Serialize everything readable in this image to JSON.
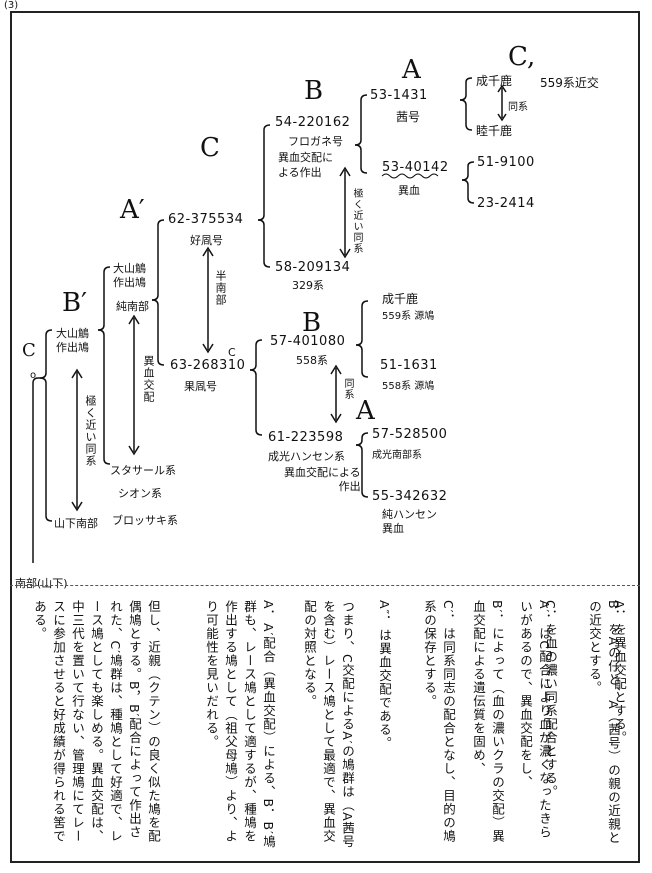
{
  "page_number": "(3)",
  "tree": {
    "root": {
      "name": "南部(山下)",
      "letter_c": "C",
      "mark_o": "o",
      "mark_top": "o"
    },
    "gen_b_prime": {
      "letter": "B′",
      "name": "大山鵤\n作出鳩",
      "vertical": "極く近い同系",
      "bottom": "山下南部"
    },
    "gen_a_prime": {
      "letter": "A′",
      "name": "大山鵤\n作出鳩",
      "sub": "純南部",
      "vertical": "異血交配",
      "bottom1": "スタサール系",
      "bottom2": "シオン系",
      "bottom3": "ブロッサキ系"
    },
    "gen_c": {
      "letter": "C",
      "top_id": "62-375534",
      "top_name": "好凮号",
      "vertical": "半南部",
      "bottom_id": "63-268310",
      "bottom_name": "果凮号",
      "small_c": "C"
    },
    "upper_b": {
      "letter": "B",
      "id": "54-220162",
      "name": "フロガネ号",
      "desc": "異血交配に\nよる作出",
      "vertical": "極く近い同系",
      "bottom_id": "58-209134",
      "bottom_name": "329系"
    },
    "upper_a": {
      "letter": "A",
      "id": "53-1431",
      "name": "茜号",
      "id2": "53-40142",
      "name2": "異血"
    },
    "far_c": {
      "letter": "C,",
      "top": "成千鹿",
      "top_mid": "同系",
      "top_bottom": "睦千鹿",
      "note": "559系近交",
      "id_a": "51-9100",
      "id_b": "23-2414"
    },
    "lower_b": {
      "letter": "B",
      "id": "57-401080",
      "name": "558系",
      "vertical": "同系",
      "top_name": "成千鹿",
      "top_sub": "559系 源鳩",
      "bottom_id": "51-1631",
      "bottom_sub": "558系 源鳩"
    },
    "lower_a": {
      "letter": "A",
      "id": "61-223598",
      "name": "成光ハンセン系",
      "desc": "異血交配による\n作出",
      "id_a": "57-528500",
      "sub_a": "成光南部系",
      "id_b": "55-342632",
      "sub_b": "純ハンセン\n異血"
    }
  },
  "notes": [
    "A．を異血交配とする。",
    "B．をAの仔と、A（茜号）の親の近親との近交とする。",
    "C．を血の濃い同系配合とする。",
    "A′．はC配合により血が濃くなったきらいがあるので、異血交配をし、",
    "B′．によって（血の濃いクラの交配）異血交配による遺伝質を固め、",
    "C′．は同系同志の配合となし、目的の鳩系の保存とする。",
    "A″．は異血交配である。",
    "つまり、C交配によるA′の鳩群は（A茜号を含む）レース鳩として最適で、異血交配の対照となる。",
    "A．A′配合（異血交配）による、B．B′鳩群も、レース鳩として適するが、種鳩を作出する鳩として（祖父母鳩）より、より可能性を見いだれる。",
    "但し、近親（クテン）の良く似た鳩を配偶鳩とする。B，B′配合によって作出された、C′鳩群は、種鳩として好適で、レース鳩としても楽しめる。異血交配は、中三代を置いて行ない、管理鳩にてレースに参加させると好成績が得られる筈である。"
  ]
}
